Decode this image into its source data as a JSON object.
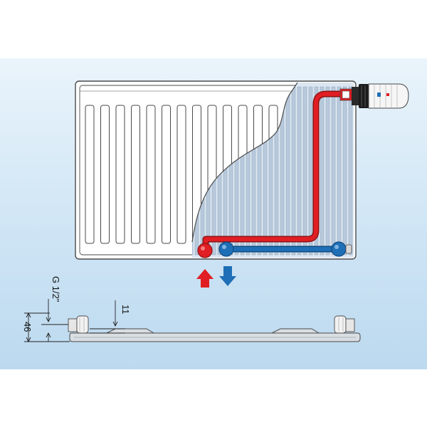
{
  "dimensions": {
    "connection_thread": "G 1/2\"",
    "connection_height": "46",
    "connection_offset": "11"
  },
  "colors": {
    "background_top": "#eaf4fb",
    "background_bottom": "#bcd9ef",
    "supply_pipe": "#e01e23",
    "return_pipe": "#1f6fb7",
    "radiator_body": "#ffffff",
    "outline": "#4a4a4a"
  },
  "icons": {
    "supply_arrow": "arrow-up-icon",
    "return_arrow": "arrow-down-icon",
    "thermostat": "thermostat-head-icon"
  }
}
